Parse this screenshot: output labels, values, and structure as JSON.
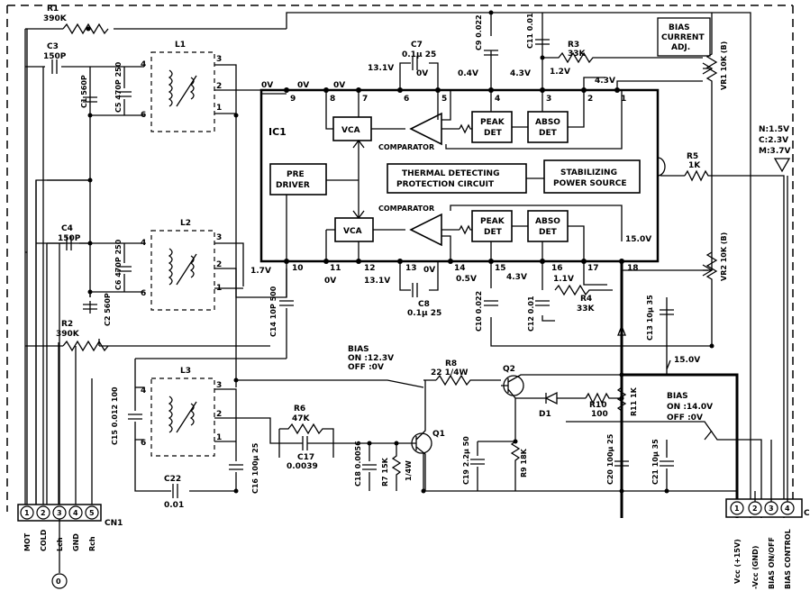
{
  "ic": {
    "name": "IC1",
    "blocks": {
      "vca_top": "VCA",
      "vca_bottom": "VCA",
      "comparator_top": "COMPARATOR",
      "comparator_bottom": "COMPARATOR",
      "peak_det_top": [
        "PEAK",
        "DET"
      ],
      "abso_det_top": [
        "ABSO",
        "DET"
      ],
      "peak_det_bottom": [
        "PEAK",
        "DET"
      ],
      "abso_det_bottom": [
        "ABSO",
        "DET"
      ],
      "pre_driver": [
        "PRE",
        "DRIVER"
      ],
      "thermal": [
        "THERMAL DETECTING",
        "PROTECTION CIRCUIT"
      ],
      "stabilizing": [
        "STABILIZING",
        "POWER SOURCE"
      ]
    },
    "pins_top": [
      "9",
      "8",
      "7",
      "6",
      "5",
      "4",
      "3",
      "2",
      "1"
    ],
    "pins_bottom": [
      "10",
      "11",
      "12",
      "13",
      "14",
      "15",
      "16",
      "17",
      "18"
    ],
    "voltages": {
      "p9": "0V",
      "p8": "0V",
      "p7": "0V",
      "p6": "13.1V",
      "p5": "0V",
      "p4": "0.4V",
      "p3": "4.3V",
      "p2": "1.2V",
      "p1": "4.3V",
      "p10": "1.7V",
      "p11": "0V",
      "p12": "13.1V",
      "p14": "0V",
      "p15": "0.5V",
      "p16": "4.3V",
      "p17": "1.1V",
      "p18": "15.0V"
    }
  },
  "components": {
    "R1": [
      "R1",
      "390K"
    ],
    "R2": [
      "R2",
      "390K"
    ],
    "R3": [
      "R3",
      "33K"
    ],
    "R4": [
      "R4",
      "33K"
    ],
    "R5": [
      "R5",
      "1K"
    ],
    "R6": [
      "R6",
      "47K"
    ],
    "R7": [
      "R7",
      "15K",
      "1/4W"
    ],
    "R8": [
      "R8",
      "22",
      "1/4W"
    ],
    "R9": [
      "R9",
      "18K"
    ],
    "R10": [
      "R10",
      "100"
    ],
    "R11": [
      "R11",
      "1K"
    ],
    "C1": [
      "C1",
      "560P"
    ],
    "C2": [
      "C2",
      "560P"
    ],
    "C3": [
      "C3",
      "150P"
    ],
    "C4": [
      "C4",
      "150P"
    ],
    "C5": [
      "C5",
      "470P 250"
    ],
    "C6": [
      "C6",
      "470P 250"
    ],
    "C7": [
      "C7",
      "0.1μ 25"
    ],
    "C8": [
      "C8",
      "0.1μ 25"
    ],
    "C9": [
      "C9",
      "0.022"
    ],
    "C10": [
      "C10",
      "0.022"
    ],
    "C11": [
      "C11",
      "0.01"
    ],
    "C12": [
      "C12",
      "0.01"
    ],
    "C13": [
      "C13",
      "10μ 35"
    ],
    "C14": [
      "C14",
      "10P 500"
    ],
    "C15": [
      "C15",
      "0.012 100"
    ],
    "C16": [
      "C16",
      "100μ 25"
    ],
    "C17": [
      "C17",
      "0.0039"
    ],
    "C18": [
      "C18",
      "0.0056"
    ],
    "C19": [
      "C19",
      "2.2μ 50"
    ],
    "C20": [
      "C20",
      "100μ 25"
    ],
    "C21": [
      "C21",
      "10μ 35"
    ],
    "C22": [
      "C22",
      "0.01"
    ],
    "L1": "L1",
    "L2": "L2",
    "L3": "L3",
    "Q1": "Q1",
    "Q2": "Q2",
    "D1": "D1",
    "VR1": [
      "VR1",
      "10K (B)"
    ],
    "VR2": [
      "VR2",
      "10K (B)"
    ]
  },
  "coil_pins": [
    "4",
    "3",
    "2",
    "6",
    "1"
  ],
  "notes": {
    "bias_adj": [
      "BIAS",
      "CURRENT",
      "ADJ."
    ],
    "nch": [
      "N:1.5V",
      "C:2.3V",
      "M:3.7V"
    ],
    "q2_bias": [
      "BIAS",
      "ON  :12.3V",
      "OFF :0V"
    ],
    "d1_bias": [
      "BIAS",
      "ON  :14.0V",
      "OFF :0V"
    ],
    "rail": "15.0V"
  },
  "cn1": {
    "label": "CN1",
    "pins": [
      "1",
      "2",
      "3",
      "4",
      "5"
    ],
    "names": [
      "MOT",
      "COLD",
      "Lch",
      "GND",
      "Rch"
    ],
    "ground_symbol": "0"
  },
  "cn2": {
    "label": "C",
    "pins": [
      "1",
      "2",
      "3",
      "4"
    ],
    "names": [
      "Vcc (+15V)",
      "-Vcc (GND)",
      "BIAS ON/OFF",
      "BIAS CONTROL"
    ]
  }
}
